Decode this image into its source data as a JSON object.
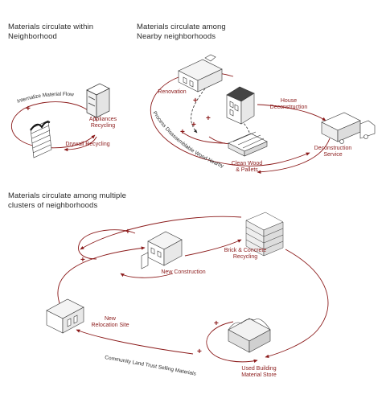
{
  "sections": {
    "neighborhood": {
      "title": "Materials circulate within\nNeighborhood"
    },
    "nearby": {
      "title": "Materials circulate among\nNearby neighborhoods"
    },
    "clusters": {
      "title": "Materials circulate among multiple\nclusters of neighborhoods"
    }
  },
  "labels": {
    "internalize": "Internalize Material Flow",
    "appliances": "Appliances\nRecycling",
    "drywall": "Drywall Recycling",
    "renovation": "Renovation",
    "house_deconstruction": "House\nDeconstruction",
    "process_nearby": "Process Disassemblable Wood Nearby",
    "deconstruction_service": "Deconstruction\nService",
    "clean_wood": "Clean Wood\n& Pallets",
    "brick": "Brick & Concrete\nRecycling",
    "new_construction": "New Construction",
    "relocation": "New\nRelocation Site",
    "used_store": "Used Building\nMaterial Store",
    "community": "Community Land Trust Selling Materials"
  },
  "colors": {
    "accent": "#8b1a1a",
    "ink": "#2a2a2a"
  },
  "icons": [
    "appliance-icon",
    "drywall-icon",
    "house-icon",
    "truck-icon",
    "pallets-icon",
    "brick-stack-icon",
    "warehouse-icon",
    "plus-icon"
  ]
}
